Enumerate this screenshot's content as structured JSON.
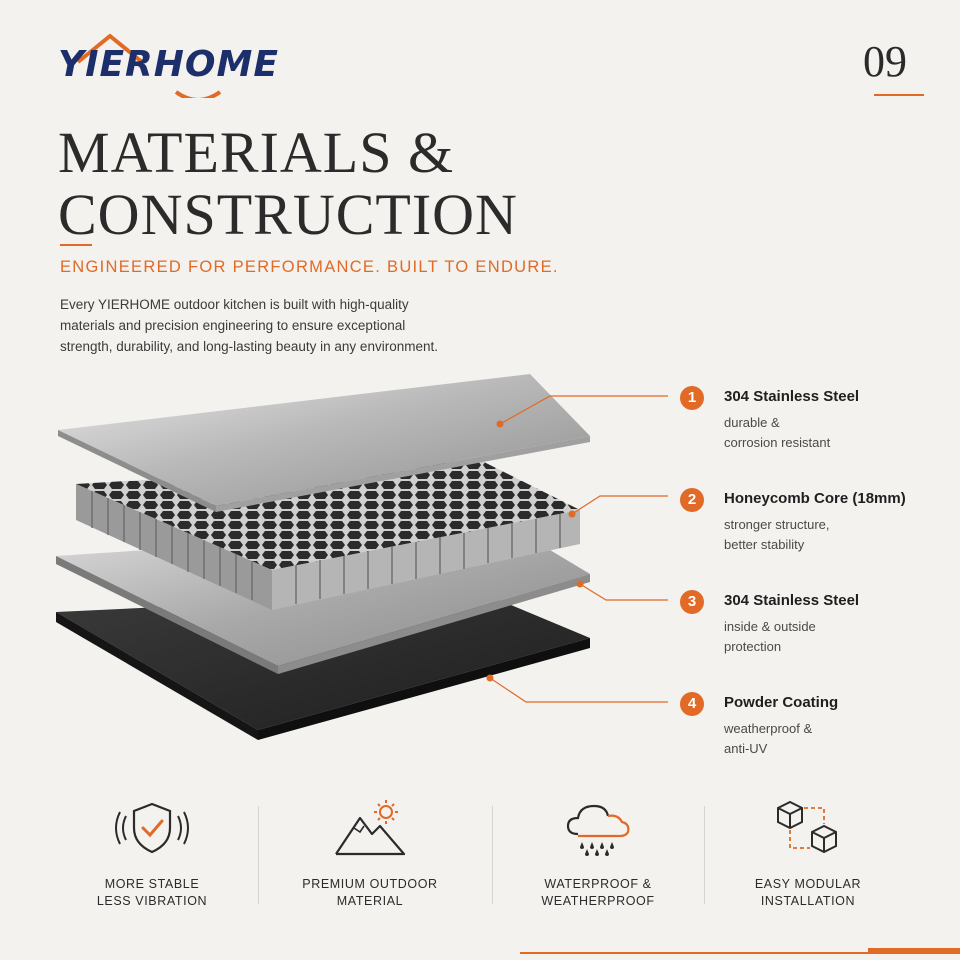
{
  "brand": {
    "name": "YIERHOME",
    "colors": {
      "navy": "#1c2f6b",
      "accent": "#e06a26"
    }
  },
  "page_number": "09",
  "title": {
    "line1": "MATERIALS &",
    "line2": "CONSTRUCTION"
  },
  "subtitle": "ENGINEERED FOR PERFORMANCE. BUILT TO ENDURE.",
  "intro": {
    "line1": "Every YIERHOME outdoor kitchen is built with high-quality",
    "line2": "materials and precision engineering to ensure exceptional",
    "line3": "strength, durability, and long-lasting beauty in any environment."
  },
  "layers": [
    {
      "number": "1",
      "name": "304 Stainless Steel",
      "desc": [
        "durable &",
        "corrosion resistant"
      ]
    },
    {
      "number": "2",
      "name": "Honeycomb Core (18mm)",
      "desc": [
        "stronger structure,",
        "better stability"
      ]
    },
    {
      "number": "3",
      "name": "304 Stainless Steel",
      "desc": [
        "inside & outside",
        "protection"
      ]
    },
    {
      "number": "4",
      "name": "Powder Coating",
      "desc": [
        "weatherproof &",
        "anti-UV"
      ]
    }
  ],
  "features": [
    {
      "icon": "shield-check-icon",
      "label": [
        "MORE STABLE",
        "LESS VIBRATION"
      ]
    },
    {
      "icon": "mountain-sun-icon",
      "label": [
        "PREMIUM OUTDOOR",
        "MATERIAL"
      ]
    },
    {
      "icon": "rain-cloud-icon",
      "label": [
        "WATERPROOF &",
        "WEATHERPROOF"
      ]
    },
    {
      "icon": "modular-cubes-icon",
      "label": [
        "EASY MODULAR",
        "INSTALLATION"
      ]
    }
  ]
}
